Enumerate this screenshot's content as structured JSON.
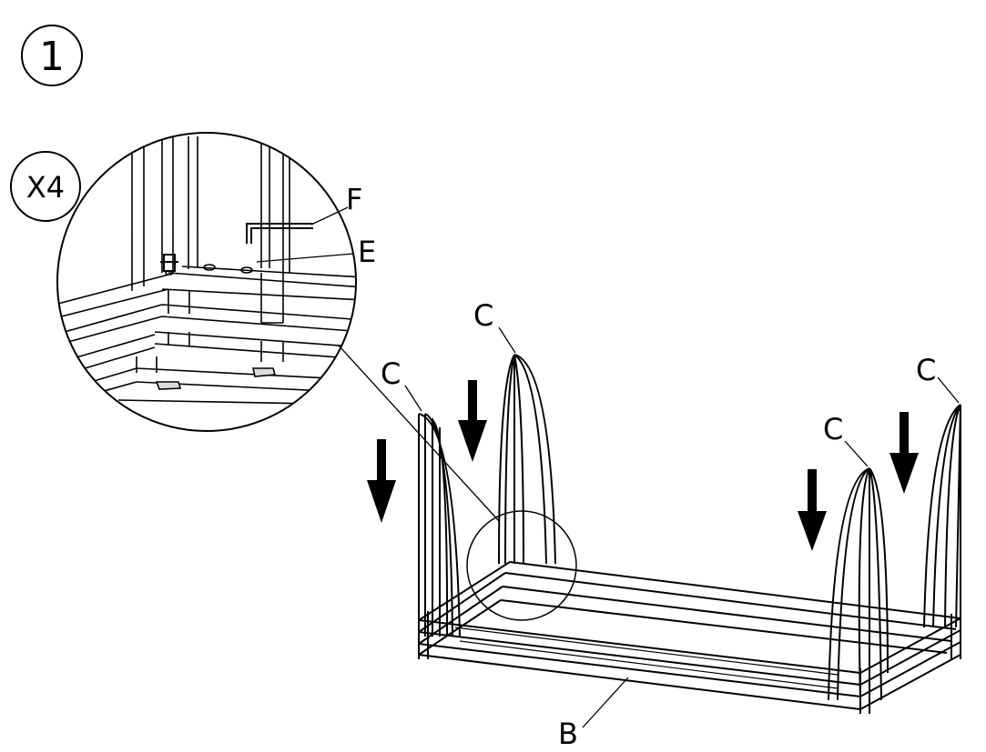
{
  "step": {
    "number": "1"
  },
  "quantity_badge": {
    "text": "X4"
  },
  "callouts": {
    "b": "B",
    "c": "C",
    "e": "E",
    "f": "F"
  },
  "colors": {
    "line": "#000000",
    "background": "#ffffff"
  },
  "icons": [
    "down-arrow-icon",
    "allen-key-icon"
  ]
}
